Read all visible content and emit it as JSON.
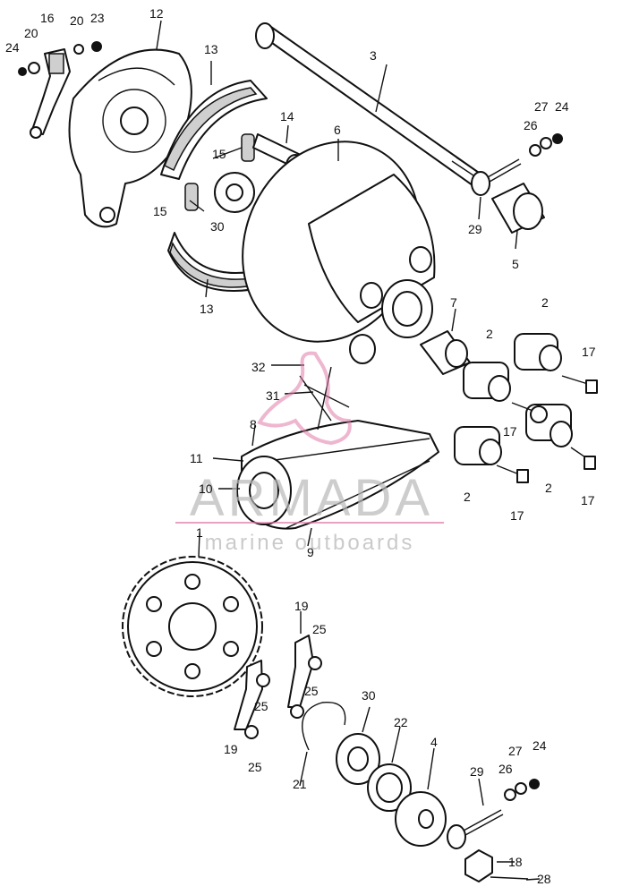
{
  "watermark": {
    "brand": "ARMADA",
    "tagline": "marine outboards",
    "brand_color": "#b9b9b9",
    "accent_color": "#e07aa8"
  },
  "callouts": [
    {
      "id": "c24a",
      "text": "24"
    },
    {
      "id": "c20a",
      "text": "20"
    },
    {
      "id": "c16",
      "text": "16"
    },
    {
      "id": "c20b",
      "text": "20"
    },
    {
      "id": "c23",
      "text": "23"
    },
    {
      "id": "c12",
      "text": "12"
    },
    {
      "id": "c13a",
      "text": "13"
    },
    {
      "id": "c3",
      "text": "3"
    },
    {
      "id": "c14",
      "text": "14"
    },
    {
      "id": "c6",
      "text": "6"
    },
    {
      "id": "c15a",
      "text": "15"
    },
    {
      "id": "c15b",
      "text": "15"
    },
    {
      "id": "c30a",
      "text": "30"
    },
    {
      "id": "c27a",
      "text": "27"
    },
    {
      "id": "c24b",
      "text": "24"
    },
    {
      "id": "c26a",
      "text": "26"
    },
    {
      "id": "c29a",
      "text": "29"
    },
    {
      "id": "c5",
      "text": "5"
    },
    {
      "id": "c13b",
      "text": "13"
    },
    {
      "id": "c7",
      "text": "7"
    },
    {
      "id": "c2a",
      "text": "2"
    },
    {
      "id": "c2b",
      "text": "2"
    },
    {
      "id": "c17a",
      "text": "17"
    },
    {
      "id": "c32",
      "text": "32"
    },
    {
      "id": "c31",
      "text": "31"
    },
    {
      "id": "c8",
      "text": "8"
    },
    {
      "id": "c17b",
      "text": "17"
    },
    {
      "id": "c11",
      "text": "11"
    },
    {
      "id": "c10",
      "text": "10"
    },
    {
      "id": "c2c",
      "text": "2"
    },
    {
      "id": "c2d",
      "text": "2"
    },
    {
      "id": "c17c",
      "text": "17"
    },
    {
      "id": "c17d",
      "text": "17"
    },
    {
      "id": "c1",
      "text": "1"
    },
    {
      "id": "c9",
      "text": "9"
    },
    {
      "id": "c19a",
      "text": "19"
    },
    {
      "id": "c25a",
      "text": "25"
    },
    {
      "id": "c25b",
      "text": "25"
    },
    {
      "id": "c25c",
      "text": "25"
    },
    {
      "id": "c30b",
      "text": "30"
    },
    {
      "id": "c19b",
      "text": "19"
    },
    {
      "id": "c25d",
      "text": "25"
    },
    {
      "id": "c22",
      "text": "22"
    },
    {
      "id": "c4",
      "text": "4"
    },
    {
      "id": "c27b",
      "text": "27"
    },
    {
      "id": "c24c",
      "text": "24"
    },
    {
      "id": "c26b",
      "text": "26"
    },
    {
      "id": "c21",
      "text": "21"
    },
    {
      "id": "c29b",
      "text": "29"
    },
    {
      "id": "c18",
      "text": "18"
    },
    {
      "id": "c28",
      "text": "28"
    }
  ]
}
